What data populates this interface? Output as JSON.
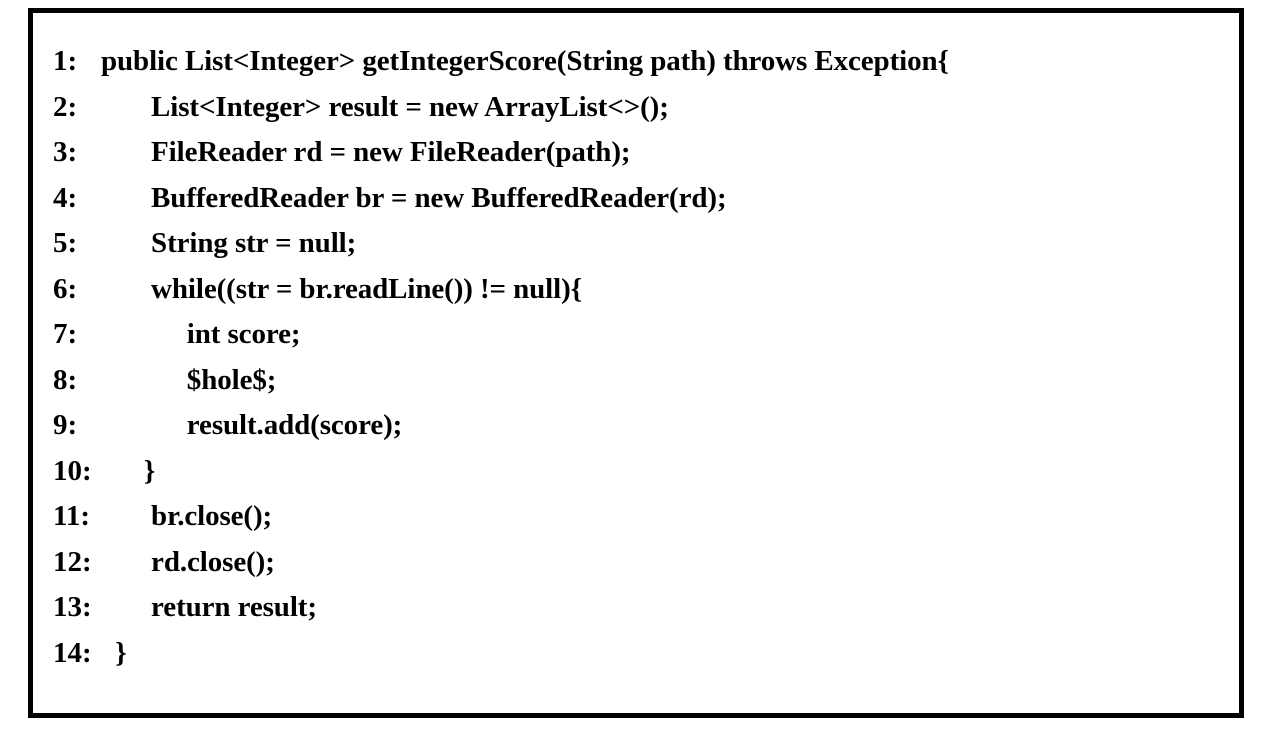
{
  "figure": {
    "kind": "code-listing",
    "language": "Java",
    "border_color": "#000000",
    "background_color": "#ffffff",
    "text_color": "#000000",
    "line_count": 14
  },
  "code": {
    "lines": [
      {
        "number": "1:",
        "indent": "",
        "text": "public List<Integer> getIntegerScore(String path) throws Exception{"
      },
      {
        "number": "2:",
        "indent": "       ",
        "text": "List<Integer> result = new ArrayList<>();"
      },
      {
        "number": "3:",
        "indent": "       ",
        "text": "FileReader rd = new FileReader(path);"
      },
      {
        "number": "4:",
        "indent": "       ",
        "text": "BufferedReader br = new BufferedReader(rd);"
      },
      {
        "number": "5:",
        "indent": "       ",
        "text": "String str = null;"
      },
      {
        "number": "6:",
        "indent": "       ",
        "text": "while((str = br.readLine()) != null){"
      },
      {
        "number": "7:",
        "indent": "            ",
        "text": "int score;"
      },
      {
        "number": "8:",
        "indent": "            ",
        "text": "$hole$;"
      },
      {
        "number": "9:",
        "indent": "            ",
        "text": "result.add(score);"
      },
      {
        "number": "10:",
        "indent": "      ",
        "text": "}"
      },
      {
        "number": "11:",
        "indent": "       ",
        "text": "br.close();"
      },
      {
        "number": "12:",
        "indent": "       ",
        "text": "rd.close();"
      },
      {
        "number": "13:",
        "indent": "       ",
        "text": "return result;"
      },
      {
        "number": "14:",
        "indent": "  ",
        "text": "}"
      }
    ]
  }
}
